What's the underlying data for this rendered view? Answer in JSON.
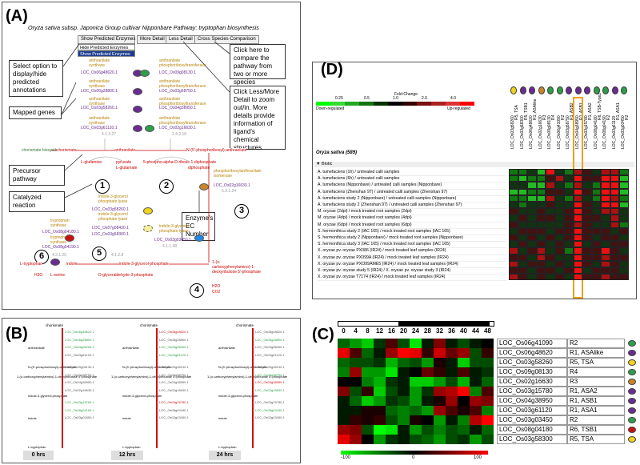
{
  "panelA": {
    "label": "(A)",
    "title": "Oryza sativa subsp. Japonica Group cultivar Nipponbare Pathway: tryptophan biosynthesis",
    "dropdown": "Show Predicted Enzymes",
    "dropdown_options": [
      "Hide Predicted Enzymes",
      "Show Predicted Enzymes"
    ],
    "more_detail": "More Detail",
    "less_detail": "Less Detail",
    "cross_species": "Cross Species Comparison",
    "callouts": {
      "select_option": "Select option to display/hide predicted annotations",
      "mapped_genes": "Mapped genes",
      "precursor": "Precursor pathway",
      "catalyzed": "Catalyzed reaction",
      "ec": "Enzyme's EC Number",
      "compare": "Click here to compare the pathway from two or more species",
      "detail": "Click Less/More Detail to zoom out/in. More details provide information of ligand's chemical structures."
    },
    "enzymes": {
      "anthranilate_synthase": "anthranilate synthase",
      "prt": "anthranilate phosphoribosyltransferase",
      "pai": "phosphoribosylanthranilate isomerase",
      "igps": "indole-3-glycerol phosphate lyase",
      "trp_synthase": "tryptophan synthase",
      "igl": "indole-3-glycerol phosphate lyase"
    },
    "genes_left": [
      "LOC_Os06g48620.1",
      "LOC_Os06g28800.1",
      "LOC_Os03g58260.1",
      "LOC_Os03g61120.1"
    ],
    "genes_mid": [
      "LOC_Os09g08130.1",
      "LOC_Os03g58750.1",
      "LOC_Os04g38950.1",
      "LOC_Os02g16630.1"
    ],
    "gene_pai": "LOC_Os02g16630.1",
    "genes_igps": [
      "LOC_Os03g58260.1",
      "LOC_Os07g08430.1",
      "LOC_Os03g58300.1"
    ],
    "genes_trp": [
      "LOC_Os08g04180.1",
      "LOC_Os08g04190.1",
      "LOC_Os03g58300.1"
    ],
    "gene_igl": "LOC_Os03g03450.1",
    "ec_numbers": [
      "4.1.3.27",
      "2.4.2.18",
      "5.3.1.24",
      "4.1.1.48",
      "4.2.1.20",
      "4.1.2.8"
    ],
    "compounds": {
      "chorismate_biosynthesis": "chorismate biosynthesis",
      "chorismate": "chorismate",
      "anthranilate": "anthranilate",
      "prpp_anth": "N-(5'-phosphoribosyl)-anthranilate",
      "l_glutamine": "L-glutamine",
      "pyruvate": "pyruvate",
      "l_glutamate": "L-glutamate",
      "prpp": "5-phospho-alpha-D-ribose 1-diphosphate",
      "diphosphate": "diphosphate",
      "cdrp": "1-(o-carboxyphenylamino)-1-deoxyribulose 5'-phosphate",
      "igp": "indole-3-glycerol-phosphate",
      "indole": "indole",
      "l_tryptophan": "L-tryptophan",
      "l_serine": "L-serine",
      "h2o": "H2O",
      "co2": "CO2",
      "gap": "D-glyceraldehyde-3-phosphate"
    },
    "steps": [
      "1",
      "2",
      "3",
      "4",
      "5",
      "6"
    ]
  },
  "panelB": {
    "label": "(B)",
    "times": [
      "0 hrs",
      "12 hrs",
      "24 hrs"
    ],
    "top": "chorismate",
    "compounds": [
      "anthranilate",
      "N-(5'-phosphoribosyl)-anthranilate",
      "1-(o-carboxyphenylamino)-1-deoxyribulose 5'-phosphate",
      "indole-3-glycerol-phosphate",
      "indole",
      "L-tryptophan"
    ],
    "genes": [
      "LOC_Os06g48620.1",
      "LOC_Os06g28800.1",
      "LOC_Os03g58260.1",
      "LOC_Os03g61120.1",
      "LOC_Os09g08130.1",
      "LOC_Os03g58750.1",
      "LOC_Os04g38950.1",
      "LOC_Os02g16630.1",
      "LOC_Os03g15780.1",
      "LOC_Os08g04180.1",
      "LOC_Os03g03450.1"
    ]
  },
  "panelC": {
    "label": "(C)",
    "timepoints": [
      "0",
      "4",
      "8",
      "12",
      "16",
      "20",
      "24",
      "28",
      "32",
      "36",
      "40",
      "44",
      "48"
    ],
    "rows": [
      {
        "gene": "LOC_Os06g41090",
        "tag": "R2",
        "color": "#2e9e4a"
      },
      {
        "gene": "LOC_Os06g48620",
        "tag": "R1, ASAlike",
        "color": "#6a2c91"
      },
      {
        "gene": "LOC_Os03g58260",
        "tag": "R5, TSA",
        "color": "#f2d21b"
      },
      {
        "gene": "LOC_Os09g08130",
        "tag": "R4",
        "color": "#2e9e4a"
      },
      {
        "gene": "LOC_Os02g16630",
        "tag": "R3",
        "color": "#c8862a"
      },
      {
        "gene": "LOC_Os03g15780",
        "tag": "R1, ASA2",
        "color": "#6a2c91"
      },
      {
        "gene": "LOC_Os04g38950",
        "tag": "R1, ASB1",
        "color": "#6a2c91"
      },
      {
        "gene": "LOC_Os03g61120",
        "tag": "R1, ASA1",
        "color": "#6a2c91"
      },
      {
        "gene": "LOC_Os03g03450",
        "tag": "R2",
        "color": "#2e9e4a"
      },
      {
        "gene": "LOC_Os08g04180",
        "tag": "R6, TSB1",
        "color": "#cc1111"
      },
      {
        "gene": "LOC_Os03g58300",
        "tag": "R5, TSA",
        "color": "#f2d21b"
      }
    ],
    "scale": [
      "-100",
      "0",
      "100"
    ]
  },
  "panelD": {
    "label": "(D)",
    "foldchange_title": "Fold-Change",
    "scale_values": [
      "0.25",
      "0.5",
      "1.0",
      "2.0",
      "4.0"
    ],
    "down": "Down-regulated",
    "up": "Up-regulated",
    "species": "Oryza sativa (589)",
    "section": "Biotic",
    "columns": [
      {
        "gene": "LOC_Os03g58260",
        "tag": "R5, TSA"
      },
      {
        "gene": "LOC_Os03g58300",
        "tag": "R5, TSB1"
      },
      {
        "gene": "LOC_Os06g48620",
        "tag": "R1, ASAlike"
      },
      {
        "gene": "LOC_Os02g16630",
        "tag": "R3"
      },
      {
        "gene": "LOC_Os09g08130",
        "tag": "R4"
      },
      {
        "gene": "LOC_Os06g41090",
        "tag": "R2"
      },
      {
        "gene": "LOC_Os03g58750",
        "tag": "R1, ASB2"
      },
      {
        "gene": "LOC_Os04g38950",
        "tag": "R1, ASB1"
      },
      {
        "gene": "LOC_Os03g15780",
        "tag": "R1, ASA2"
      },
      {
        "gene": "LOC_Os08g04180",
        "tag": "R6, TSB-Type2"
      },
      {
        "gene": "LOC_Os08g04190",
        "tag": "R2"
      },
      {
        "gene": "LOC_Os03g61120",
        "tag": "R1, ASA1"
      },
      {
        "gene": "LOC_Os03g03450",
        "tag": "R2"
      }
    ],
    "col_dots": [
      "#f2d21b",
      "#6a2c91",
      "#6a2c91",
      "#c8862a",
      "#2e9e4a",
      "#2e9e4a",
      "#6a2c91",
      "#6a2c91",
      "#6a2c91",
      "#2e9e4a",
      "#2e9e4a",
      "#6a2c91",
      "#2e9e4a"
    ],
    "rows": [
      "A. tumefaciens (1h) / untreated calli samples",
      "A. tumefaciens (6h) / untreated calli samples",
      "A. tumefaciens (Nipponbare) / untreated calli samples (Nipponbare)",
      "A. tumefaciens (Zhenshan 97) / untreated calli samples (Zhenshan 97)",
      "A. tumefaciens study 2 (Nipponbare) / untreated calli samples (Nipponbare)",
      "A. tumefaciens study 2 (Zhenshan 97) / untreated calli samples (Zhenshan 97)",
      "M. oryzae (2dpi) / mock treated root samples (2dpi)",
      "M. oryzae (4dpi) / mock treated root samples (4dpi)",
      "M. oryzae (6dpi) / mock treated root samples (6dpi)",
      "S. hermonthica study 2 (IAC 165) / mock treated root samples (IAC 165)",
      "S. hermonthica study 2 (Nipponbare) / mock treated root samples (Nipponbare)",
      "S. hermonthica study 3 (IAC 165) / mock treated root samples (IAC 165)",
      "X. oryzae pv. oryzae PX086 (IR24) / mock treated leaf samples (IR24)",
      "X. oryzae pv. oryzae PX099A (IR24) / mock treated leaf samples (IR24)",
      "X. oryzae pv. oryzae PXO99AME5 (IR24) / mock treated leaf samples (IR24)",
      "X. oryzae pv. oryzae study 5 (IR24) / X. oryzae pv. oryzae study 3 (IR24)",
      "X. oryzae pv. oryzae T7174 (IR24) / mock treated leaf samples (IR24)"
    ]
  }
}
